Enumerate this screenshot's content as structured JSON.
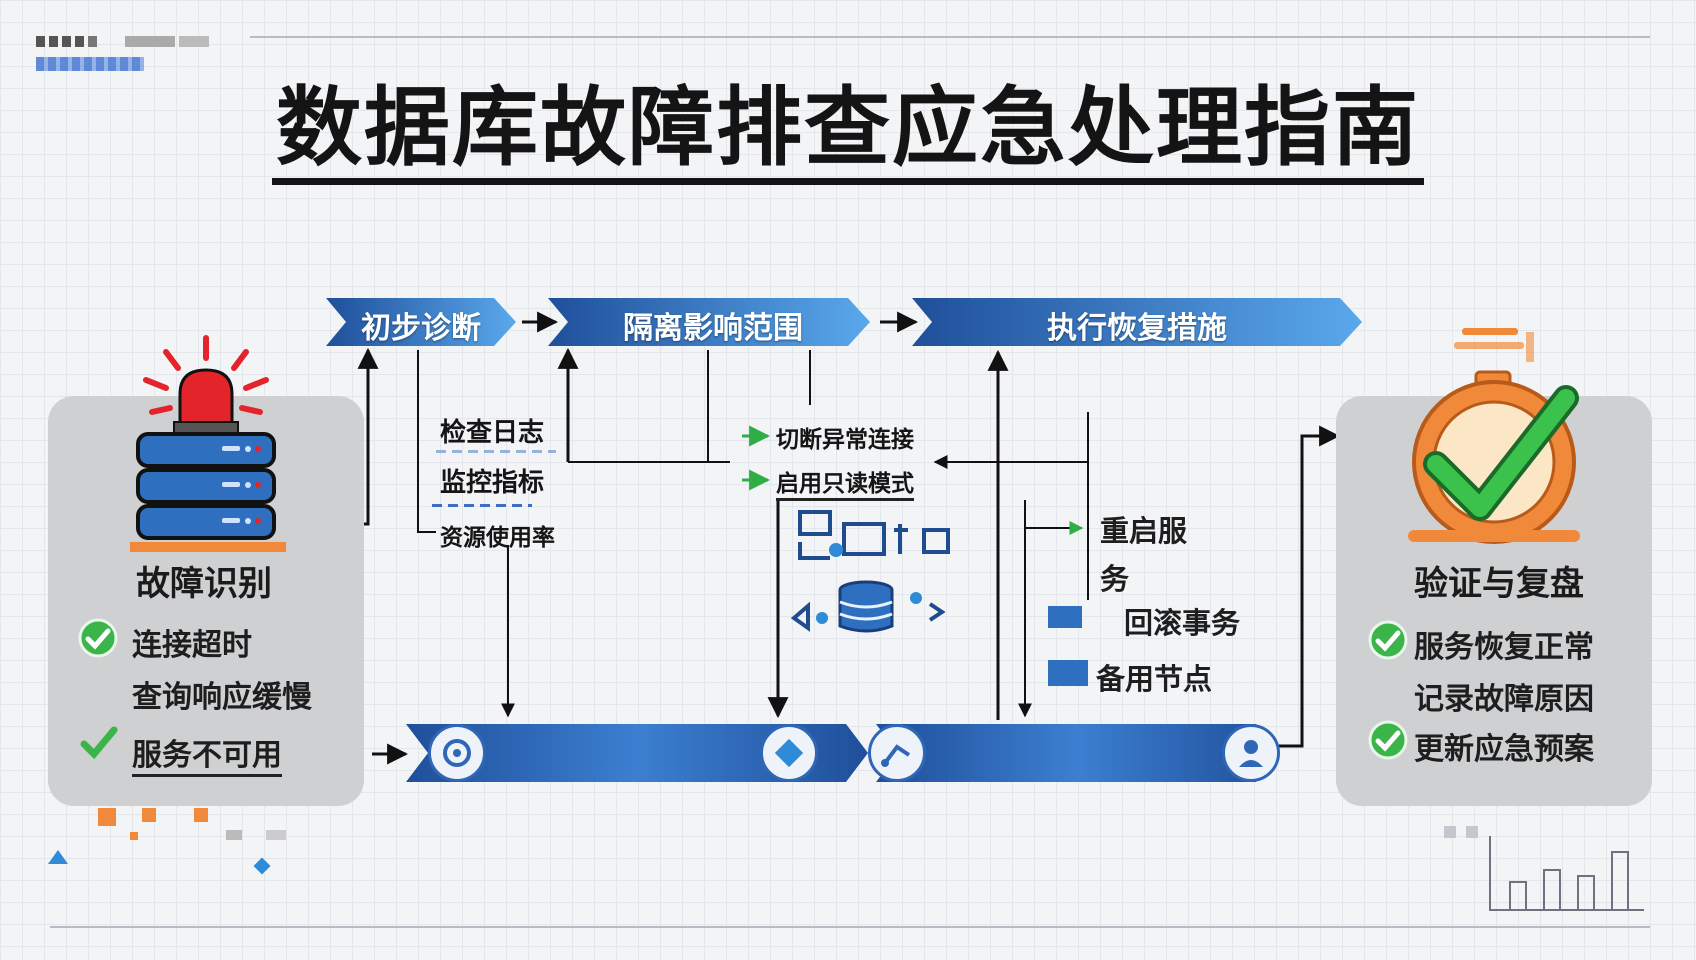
{
  "title": "数据库故障排查应急处理指南",
  "stages": {
    "diagnose": "初步诊断",
    "isolate": "隔离影响范围",
    "recover": "执行恢复措施"
  },
  "identify": {
    "title": "故障识别",
    "items": [
      "连接超时",
      "查询响应缓慢",
      "服务不可用"
    ]
  },
  "diagnose_steps": [
    "检查日志",
    "监控指标",
    "资源使用率"
  ],
  "isolate_steps": [
    "切断异常连接",
    "启用只读模式"
  ],
  "recover_steps": [
    "重启服",
    "务",
    "回滚事务",
    "备用节点"
  ],
  "verify": {
    "title": "验证与复盘",
    "items": [
      "服务恢复正常",
      "记录故障原因",
      "更新应急预案"
    ]
  },
  "colors": {
    "arrow_dark": "#1f4f9a",
    "arrow_light": "#5aa8ec",
    "check_green": "#3bb54a",
    "alarm_red": "#e3252b",
    "db_blue": "#2f6fc0",
    "panel_gray": "#cfd0d2",
    "clock_orange": "#f08a3a"
  }
}
